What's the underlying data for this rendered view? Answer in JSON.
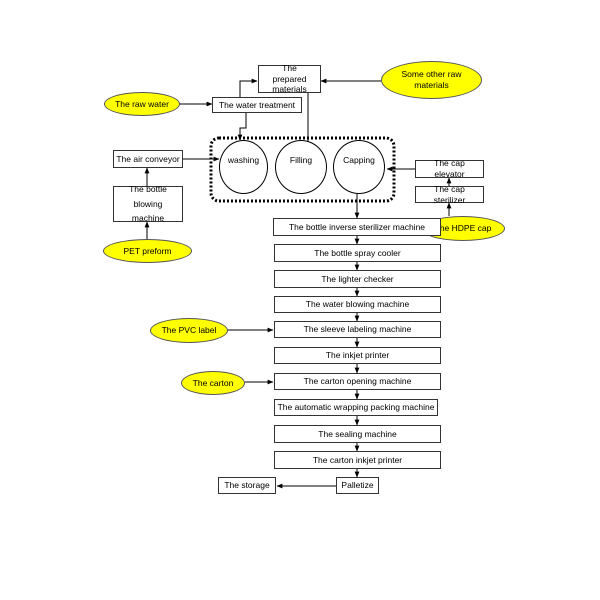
{
  "diagram": {
    "inputs": {
      "raw_water": "The raw water",
      "other_raw": "Some other raw materials",
      "pet_preform": "PET preform",
      "hdpe_cap": "The HDPE cap",
      "pvc_label": "The PVC label",
      "carton": "The carton"
    },
    "prep": {
      "prepared_materials": "The prepared materials",
      "water_treatment": "The water treatment",
      "air_conveyor": "The air conveyor",
      "bottle_blowing": "The bottle blowing machine",
      "cap_elevator": "The cap elevator",
      "cap_sterilizer": "The cap sterilizer"
    },
    "stations": [
      "washing",
      "Filling",
      "Capping"
    ],
    "steps": [
      "The bottle inverse sterilizer machine",
      "The bottle spray cooler",
      "The lighter checker",
      "The water blowing machine",
      "The sleeve labeling machine",
      "The inkjet printer",
      "The carton opening machine",
      "The automatic wrapping packing machine",
      "The sealing machine",
      "The carton inkjet printer",
      "Palletize"
    ],
    "storage": "The storage"
  },
  "colors": {
    "input_fill": "#ffff00",
    "line": "#000000"
  }
}
